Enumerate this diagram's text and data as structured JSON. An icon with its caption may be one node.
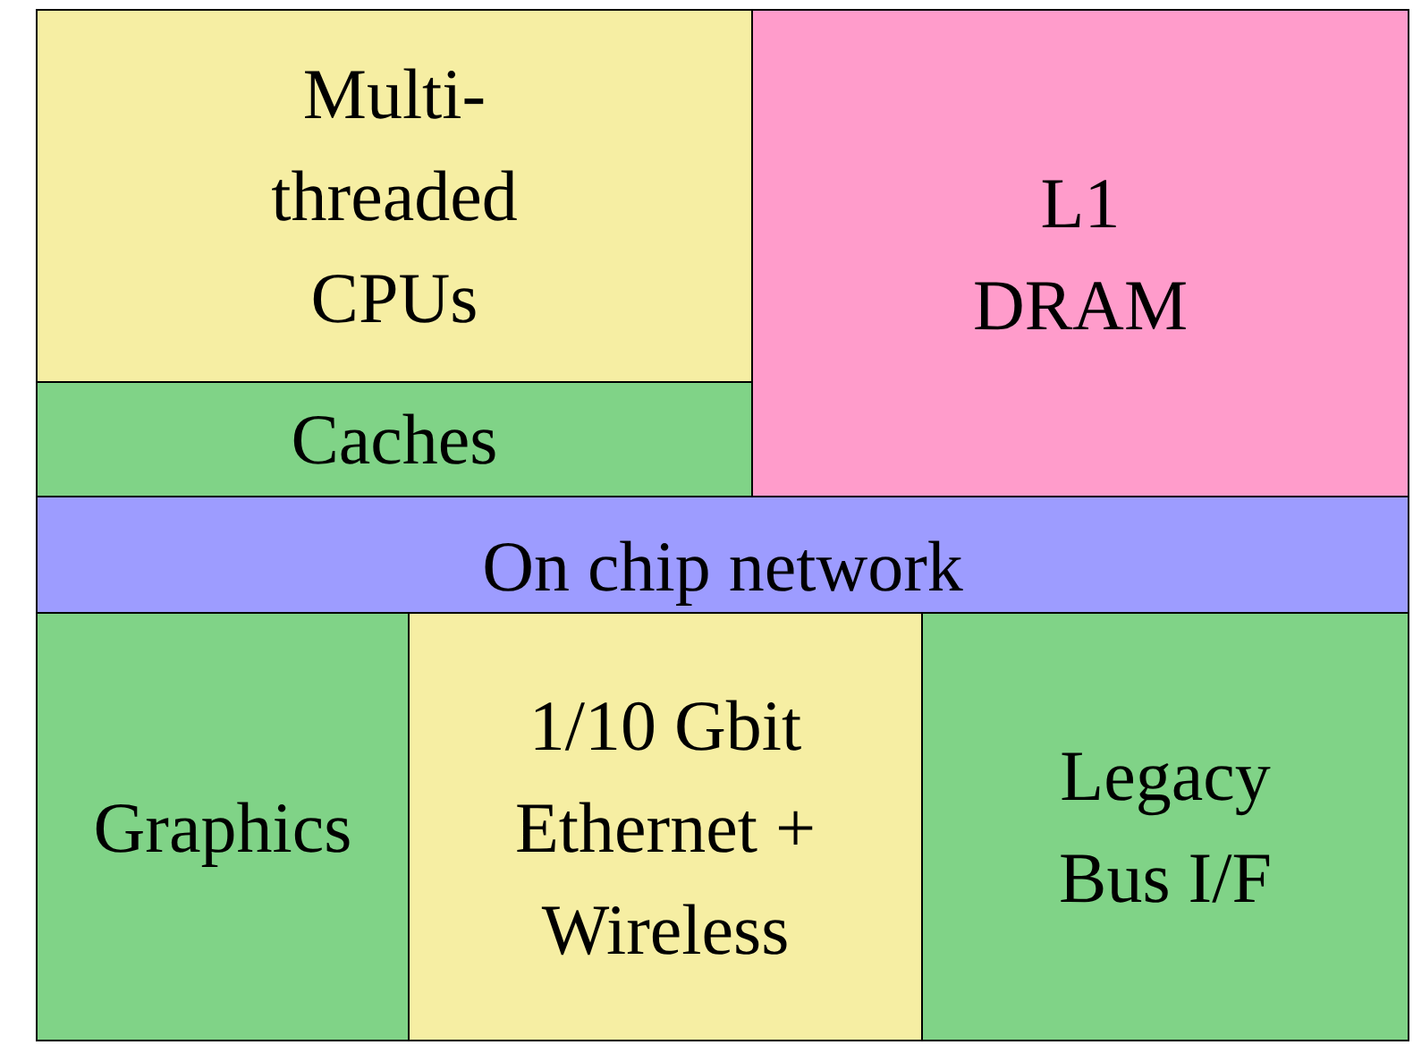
{
  "diagram": {
    "nodes": [
      {
        "text": [
          "Multi- threaded CPUs"
        ]
      },
      {
        "text": [
          "Caches"
        ]
      },
      {
        "text": [
          "L1 DRAM"
        ]
      },
      {
        "text": [
          "On chip network"
        ]
      },
      {
        "text": [
          "Graphics"
        ]
      },
      {
        "text": [
          "1/10 Gbit Ethernet + Wireless"
        ]
      },
      {
        "text": [
          "Legacy Bus I/F"
        ]
      }
    ]
  }
}
